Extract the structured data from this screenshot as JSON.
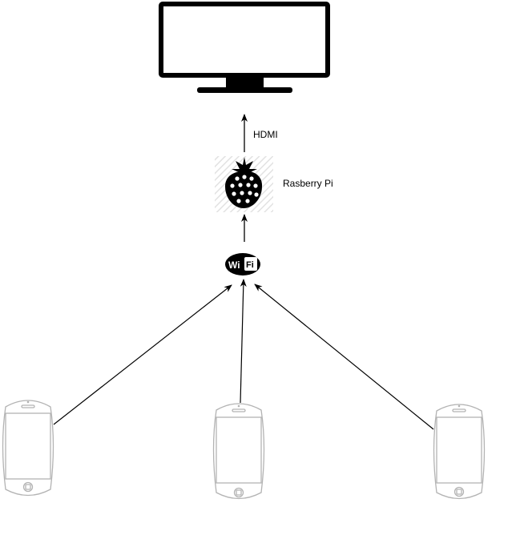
{
  "diagram": {
    "edges": {
      "hdmi_label": "HDMI"
    },
    "nodes": {
      "monitor": {
        "icon": "monitor-icon"
      },
      "raspberry_pi": {
        "icon": "raspberry-pi-icon",
        "label": "Rasberry Pi"
      },
      "wifi": {
        "icon": "wifi-icon",
        "wi_text": "Wi",
        "fi_text": "Fi"
      },
      "phones": [
        {
          "icon": "smartphone-icon"
        },
        {
          "icon": "smartphone-icon"
        },
        {
          "icon": "smartphone-icon"
        }
      ]
    },
    "colors": {
      "line": "#000000",
      "phone_outline": "#b3b3b3",
      "hatch": "#e6e6e6"
    }
  }
}
